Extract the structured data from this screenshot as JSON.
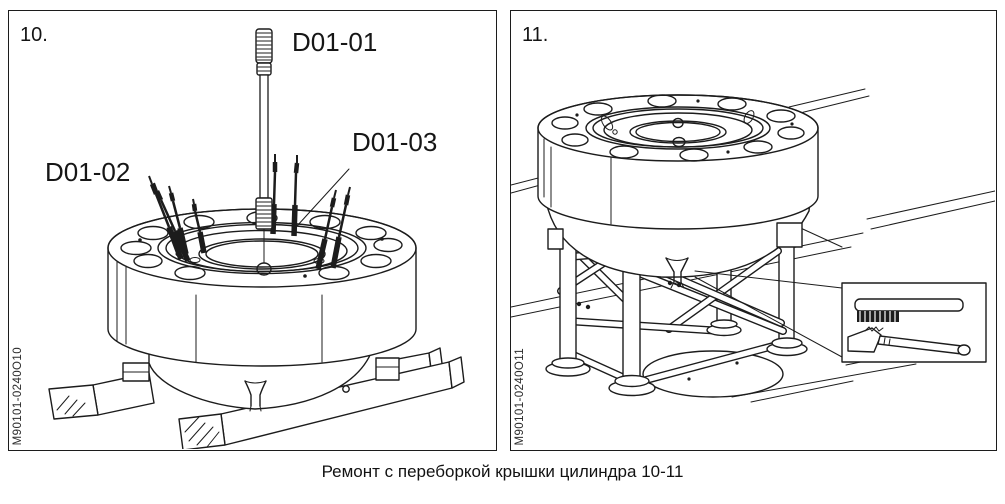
{
  "caption": "Ремонт с переборкой крышки цилиндра 10-11",
  "colors": {
    "line": "#1c1c1c",
    "background": "#ffffff"
  },
  "panels": [
    {
      "figure_number": "10.",
      "side_code": "M90101-0240O10",
      "part_labels": {
        "lifting_rod": "D01-01",
        "left_studs": "D01-02",
        "right_studs": "D01-03"
      }
    },
    {
      "figure_number": "11.",
      "side_code": "M90101-0240O11"
    }
  ]
}
